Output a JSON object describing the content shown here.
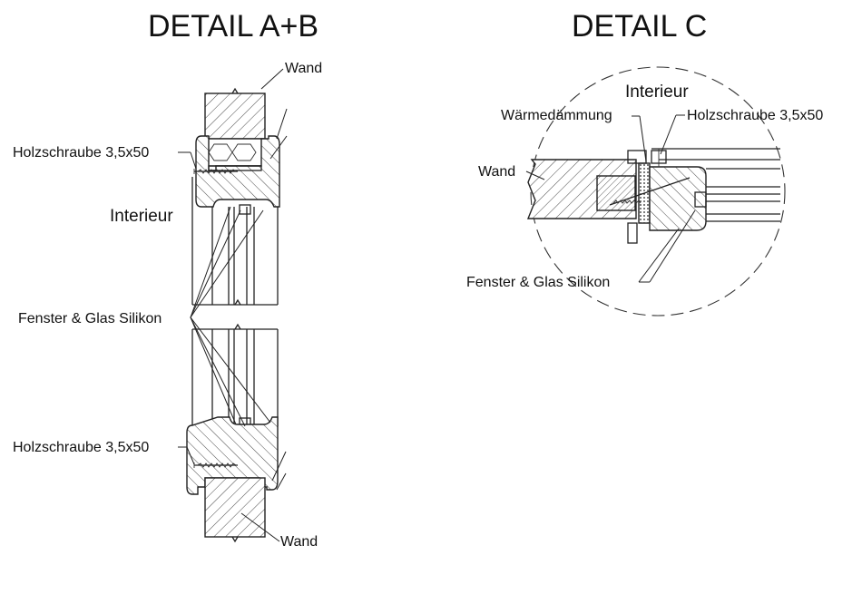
{
  "detail_ab": {
    "title": "DETAIL A+B",
    "labels": {
      "wall_top": "Wand",
      "screw_top": "Holzschraube 3,5x50",
      "interior": "Interieur",
      "silicone": "Fenster & Glas Silikon",
      "screw_bottom": "Holzschraube 3,5x50",
      "wall_bottom": "Wand"
    }
  },
  "detail_c": {
    "title": "DETAIL C",
    "labels": {
      "interior": "Interieur",
      "insulation": "Wärmedämmung",
      "screw": "Holzschraube 3,5x50",
      "wall": "Wand",
      "silicone": "Fenster & Glas Silikon"
    }
  }
}
